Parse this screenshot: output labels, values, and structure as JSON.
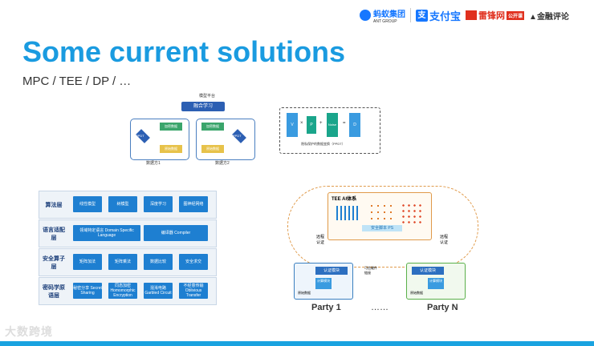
{
  "header": {
    "ant_group_cn": "蚂蚁集团",
    "ant_group_en": "ANT GROUP",
    "alipay": "支付宝",
    "leifeng": "雷锋网",
    "leifeng_tag": "公开课",
    "jrpl": "金融评论"
  },
  "slide": {
    "title": "Some current solutions",
    "subtitle": "MPC / TEE / DP / …"
  },
  "diagram_fl": {
    "platform": "模型平台",
    "fed_learning": "融合学习",
    "party1": "数据方1",
    "party2": "数据方2",
    "ppdt": "PPDT",
    "data_a": "加密数据",
    "data_b": "原始数据",
    "transform_caption": "隐私保护的数据变换（PPDT）",
    "v": "V",
    "p": "P",
    "times": "×",
    "plus": "+",
    "eq": "=",
    "noise": "Noise",
    "d": "D"
  },
  "layers": [
    {
      "label": "算法层",
      "chips": [
        "线性模型",
        "树模型",
        "深度学习",
        "图神经网络"
      ]
    },
    {
      "label": "语言适配层",
      "chips": [
        "领域特定语言 Domain Specific Language",
        "编译器 Compiler"
      ]
    },
    {
      "label": "安全算子层",
      "chips": [
        "矩阵加法",
        "矩阵乘法",
        "数据比较",
        "安全求交"
      ]
    },
    {
      "label": "密码学原语层",
      "chips": [
        "秘密分享 Secret Sharing",
        "同态加密 Homomorphic Encryption",
        "混淆电路 Garbled Circuit",
        "不经意传输 Oblivious Transfer"
      ]
    }
  ],
  "diagram_tee": {
    "tee_title": "TEE AI体系",
    "secure_script": "安全脚本 PS",
    "remote_auth_l": "远程认证",
    "remote_auth_r": "远程认证",
    "auth_module": "认证模块",
    "compute_module": "计算模块",
    "raw_data": "原始数据",
    "trusted_hw": "可信硬件 链接",
    "party1": "Party 1",
    "dots": "……",
    "partyN": "Party N"
  },
  "watermark": "大数跨境"
}
